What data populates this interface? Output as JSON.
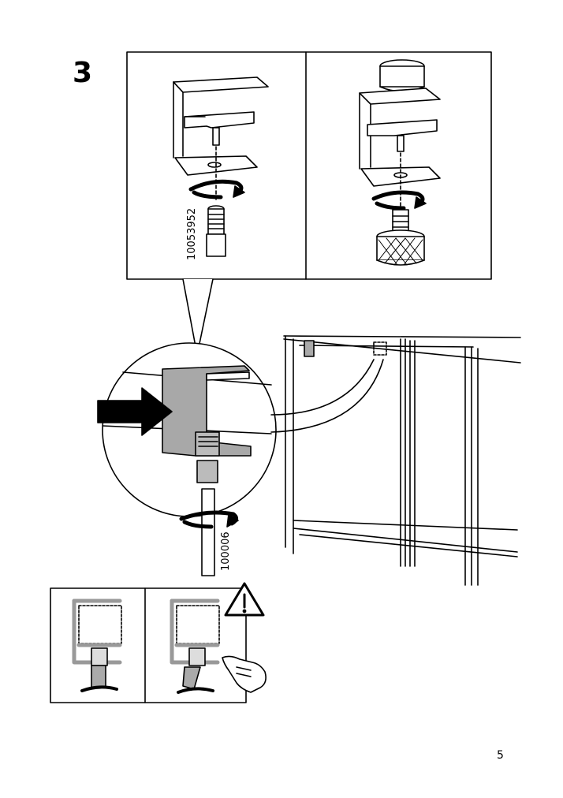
{
  "step": {
    "number": "3"
  },
  "parts": {
    "top_left_panel": "10053952",
    "detail_callout": "100006"
  },
  "page": {
    "number": "5"
  },
  "icons": [
    "warning-icon",
    "pointing-hand-icon",
    "rotate-arrow-icon",
    "push-arrow-icon"
  ]
}
